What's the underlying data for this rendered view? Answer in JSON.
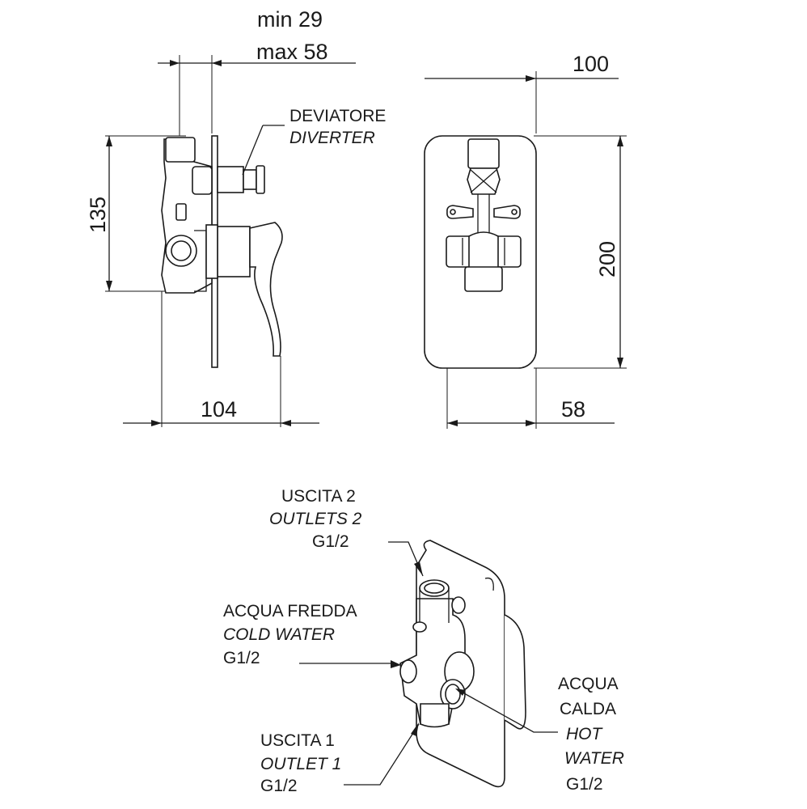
{
  "dimensions": {
    "wall_min": "min 29",
    "wall_max": "max 58",
    "plate_width": "100",
    "body_height": "135",
    "plate_height": "200",
    "depth": "104",
    "half_width": "58"
  },
  "labels": {
    "diverter_it": "DEVIATORE",
    "diverter_en": "DIVERTER",
    "outlet2_it": "USCITA 2",
    "outlet2_en": "OUTLETS 2",
    "outlet2_thread": "G1/2",
    "cold_it": "ACQUA FREDDA",
    "cold_en": "COLD WATER",
    "cold_thread": "G1/2",
    "outlet1_it": "USCITA 1",
    "outlet1_en": "OUTLET 1",
    "outlet1_thread": "G1/2",
    "hot_it_1": "ACQUA",
    "hot_it_2": "CALDA",
    "hot_en_1": "HOT",
    "hot_en_2": "WATER",
    "hot_thread": "G1/2"
  }
}
